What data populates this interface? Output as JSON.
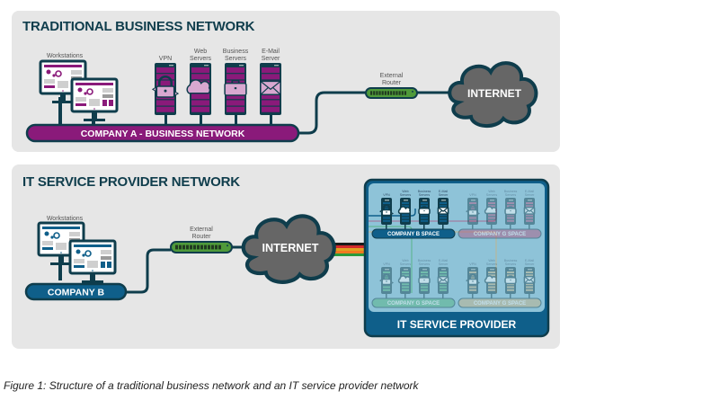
{
  "panels": {
    "traditional": {
      "title": "TRADITIONAL BUSINESS NETWORK",
      "workstations_label": "Workstations",
      "servers": [
        {
          "label_lines": [
            "VPN"
          ],
          "icon": "lock-icon"
        },
        {
          "label_lines": [
            "Web",
            "Servers"
          ],
          "icon": "cloud-icon"
        },
        {
          "label_lines": [
            "Business",
            "Servers"
          ],
          "icon": "briefcase-icon"
        },
        {
          "label_lines": [
            "E-Mail",
            "Server"
          ],
          "icon": "envelope-icon"
        }
      ],
      "network_label": "COMPANY A - BUSINESS NETWORK",
      "router_label_lines": [
        "External",
        "Router"
      ],
      "cloud_label": "INTERNET"
    },
    "provider": {
      "title": "IT SERVICE PROVIDER NETWORK",
      "workstations_label": "Workstations",
      "network_label": "COMPANY B",
      "router_label_lines": [
        "External",
        "Router"
      ],
      "cloud_label": "INTERNET",
      "provider_label": "IT SERVICE PROVIDER",
      "spaces": [
        {
          "label": "COMPANY B SPACE",
          "color": "#0f5f8a",
          "dimmed": false
        },
        {
          "label": "COMPANY G SPACE",
          "color": "#b0517d",
          "dimmed": true
        },
        {
          "label": "COMPANY G SPACE",
          "color": "#4fb27a",
          "dimmed": true
        },
        {
          "label": "COMPANY G SPACE",
          "color": "#c9b283",
          "dimmed": true
        }
      ],
      "space_server_labels": [
        [
          "VPN"
        ],
        [
          "Web",
          "Servers"
        ],
        [
          "Business",
          "Servers"
        ],
        [
          "E-Mail",
          "Server"
        ]
      ],
      "cable_colors": [
        "#1a1a1a",
        "#d42a2a",
        "#e0a020",
        "#f07a20",
        "#2a9a3a"
      ]
    }
  },
  "colors": {
    "panel_bg": "#e6e6e6",
    "dark_teal": "#0f3d4c",
    "purple": "#8a1a7a",
    "purple_light": "#d8a8d0",
    "blue": "#0f5f8a",
    "router_green": "#4f9a3a",
    "cloud_gray": "#666666",
    "provider_inner": "#8ec3d8",
    "provider_outer": "#0f5f8a"
  },
  "caption": "Figure 1: Structure of a traditional business network and an IT service provider network"
}
